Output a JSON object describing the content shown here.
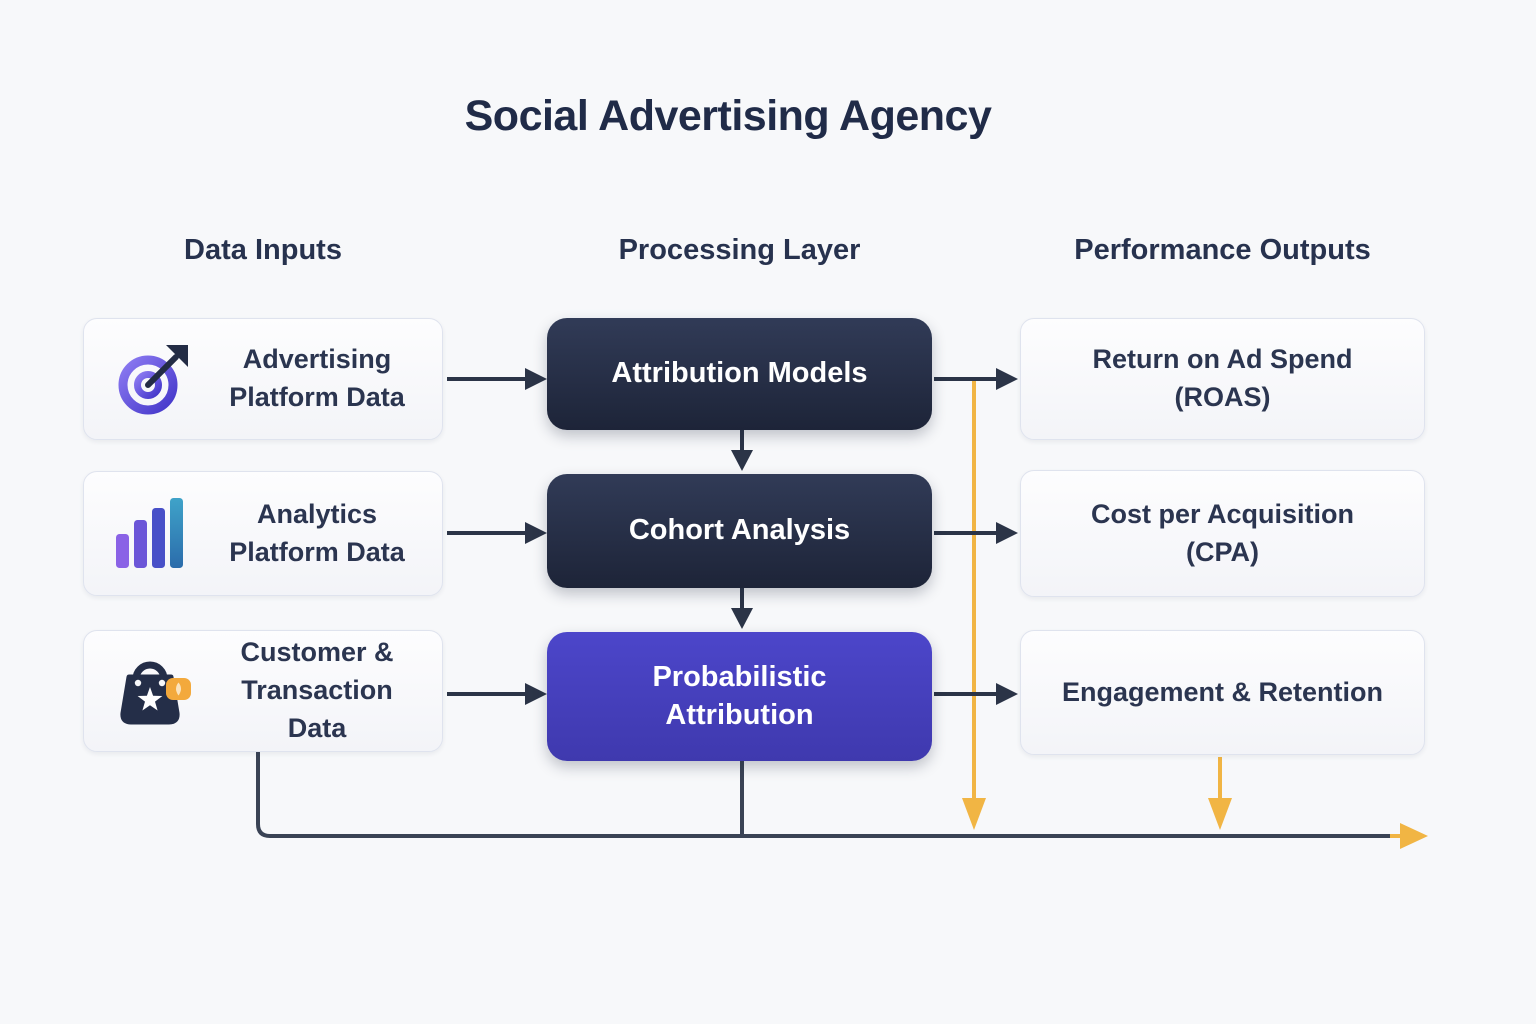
{
  "title": "Social Advertising Agency",
  "columns": {
    "inputs_header": "Data Inputs",
    "processing_header": "Processing Layer",
    "outputs_header": "Performance Outputs"
  },
  "inputs": [
    {
      "label": "Advertising Platform Data",
      "icon": "target-icon"
    },
    {
      "label": "Analytics Platform Data",
      "icon": "bar-chart-icon"
    },
    {
      "label": "Customer & Transaction Data",
      "icon": "shopping-bag-icon"
    }
  ],
  "processing": [
    {
      "label": "Attribution Models",
      "variant": "dark"
    },
    {
      "label": "Cohort Analysis",
      "variant": "dark"
    },
    {
      "label": "Probabilistic Attribution",
      "variant": "purple"
    }
  ],
  "outputs": [
    {
      "label": "Return on Ad Spend (ROAS)"
    },
    {
      "label": "Cost per Acquisition (CPA)"
    },
    {
      "label": "Engagement & Retention"
    }
  ],
  "colors": {
    "background": "#f7f8fa",
    "title_text": "#202b48",
    "box_text": "#2b3550",
    "dark_node": "#1d2438",
    "purple_node": "#4641bd",
    "arrow_dark": "#2b3447",
    "arrow_yellow": "#f1b544",
    "icon_purple": "#6b55d8",
    "icon_teal_blue": "#2f7db4",
    "badge_orange": "#f3a93c"
  }
}
